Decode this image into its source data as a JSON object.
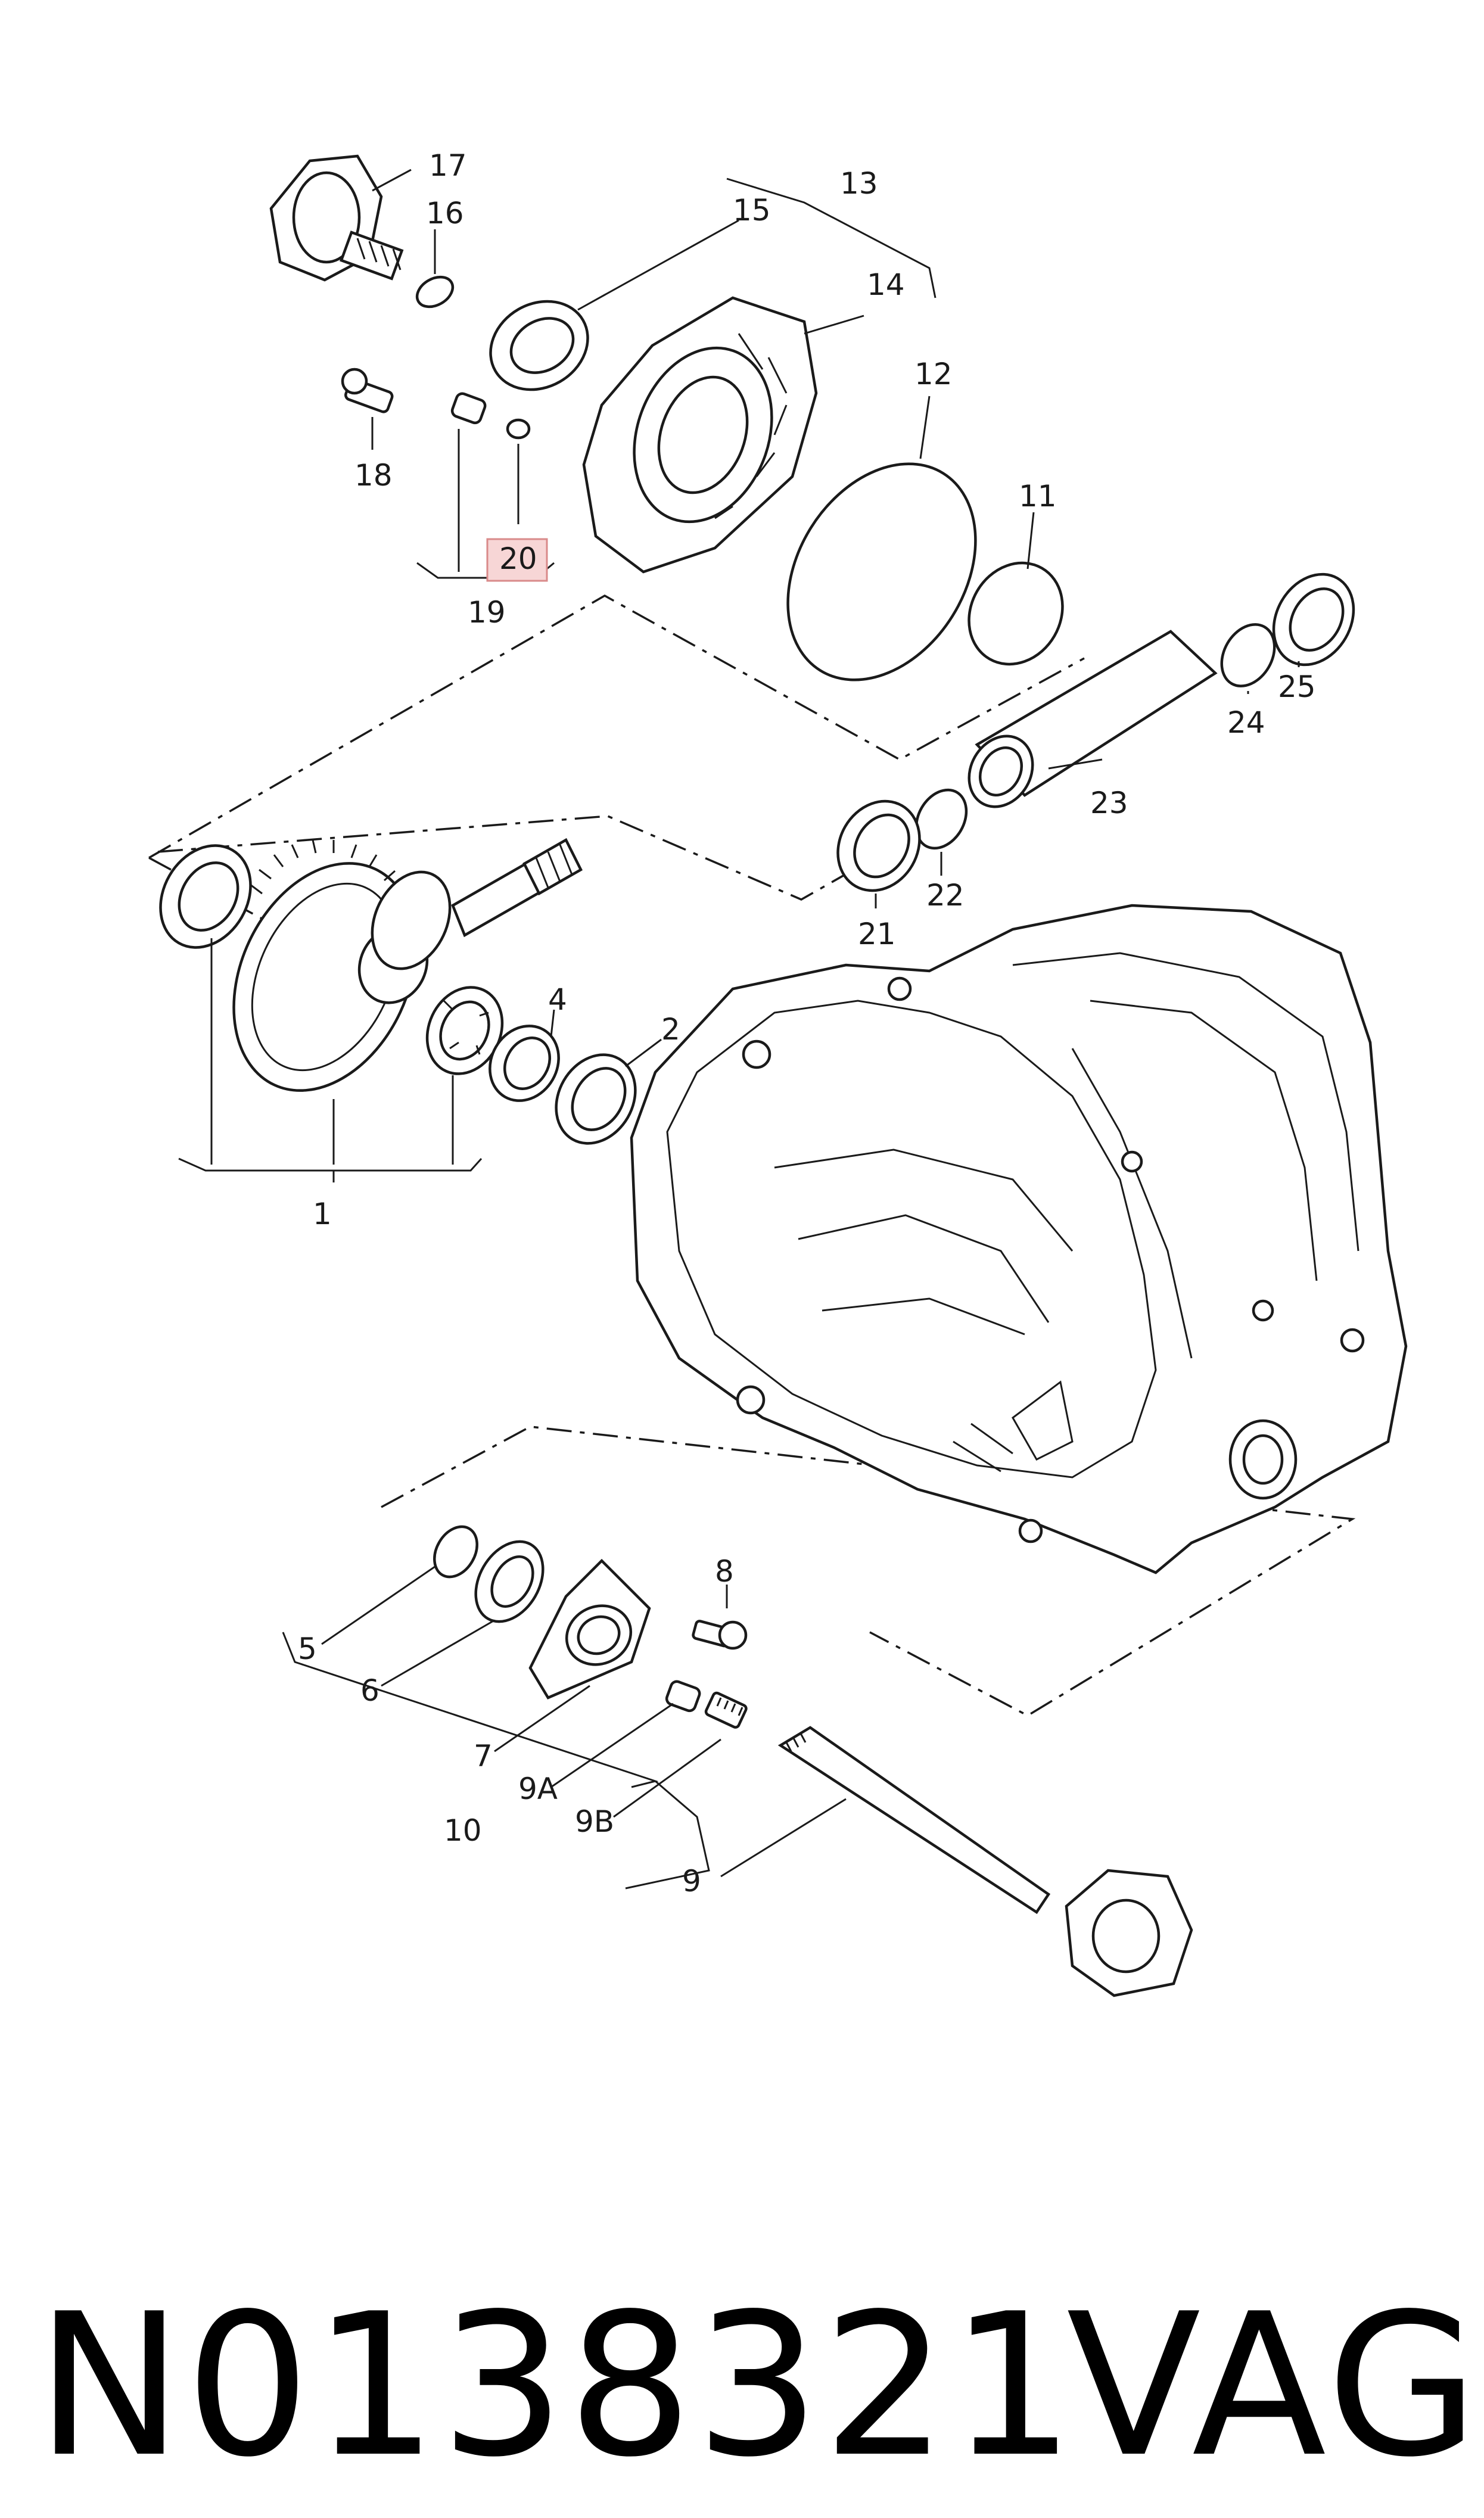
{
  "callouts": {
    "c1": "1",
    "c2": "2",
    "c4": "4",
    "c5": "5",
    "c6": "6",
    "c7": "7",
    "c8": "8",
    "c9": "9",
    "c9a": "9A",
    "c9b": "9B",
    "c10": "10",
    "c11": "11",
    "c12": "12",
    "c13": "13",
    "c14": "14",
    "c15": "15",
    "c16": "16",
    "c17": "17",
    "c18": "18",
    "c19": "19",
    "c20": "20",
    "c21": "21",
    "c22": "22",
    "c23": "23",
    "c24": "24",
    "c25": "25"
  },
  "highlighted_callout": "20",
  "footer": {
    "part_number": "N0138321",
    "brand": "VAG"
  }
}
